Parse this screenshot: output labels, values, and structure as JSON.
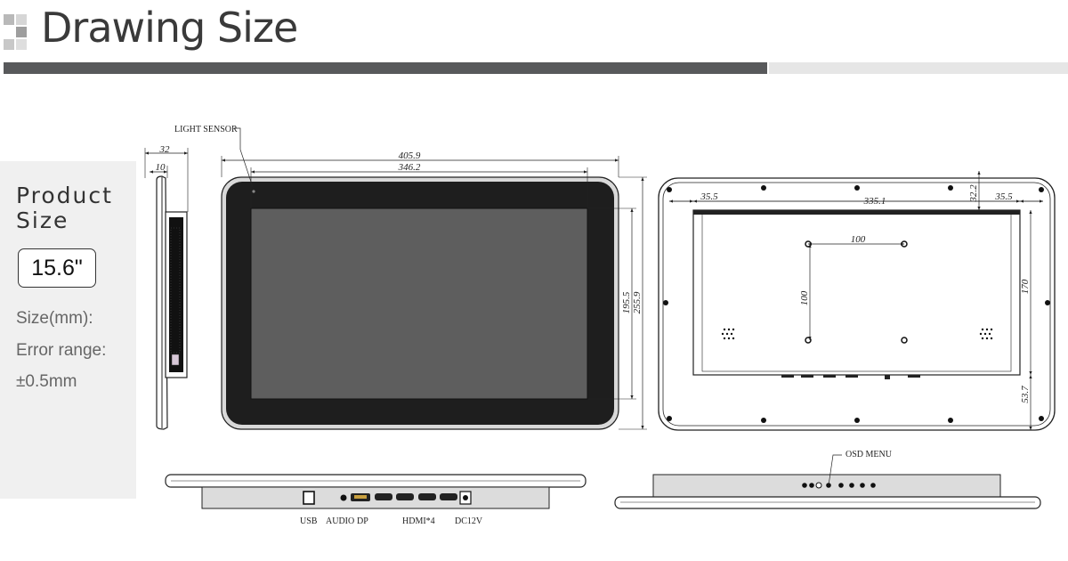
{
  "header": {
    "title": "Drawing Size"
  },
  "side_panel": {
    "product_size_label": "Product Size",
    "size_value": "15.6\"",
    "unit_label": "Size(mm):",
    "error_label": "Error range:",
    "error_value": "±0.5mm"
  },
  "colors": {
    "header_bar": "#58595b",
    "header_bar_light": "#e6e6e6",
    "side_panel_bg": "#f0f0f0",
    "panel_black": "#1e1e1e",
    "screen_gray": "#5e5e5e"
  },
  "drawing": {
    "callouts": {
      "light_sensor": "LIGHT SENSOR",
      "osd_menu": "OSD MENU"
    },
    "side_view": {
      "depth_total": "32",
      "depth_thin": "10"
    },
    "front_view": {
      "overall_width": "405.9",
      "screen_width": "346.2",
      "screen_height": "195.5",
      "overall_height": "255.9"
    },
    "back_view": {
      "offset_left": "35.5",
      "housing_width": "335.1",
      "offset_right": "35.5",
      "offset_top": "32.2",
      "vesa_horizontal": "100",
      "vesa_vertical": "100",
      "housing_height": "170",
      "offset_bottom": "53.7"
    },
    "ports": {
      "usb": "USB",
      "audio": "AUDIO",
      "dp": "DP",
      "hdmi": "HDMI*4",
      "dc": "DC12V"
    }
  }
}
